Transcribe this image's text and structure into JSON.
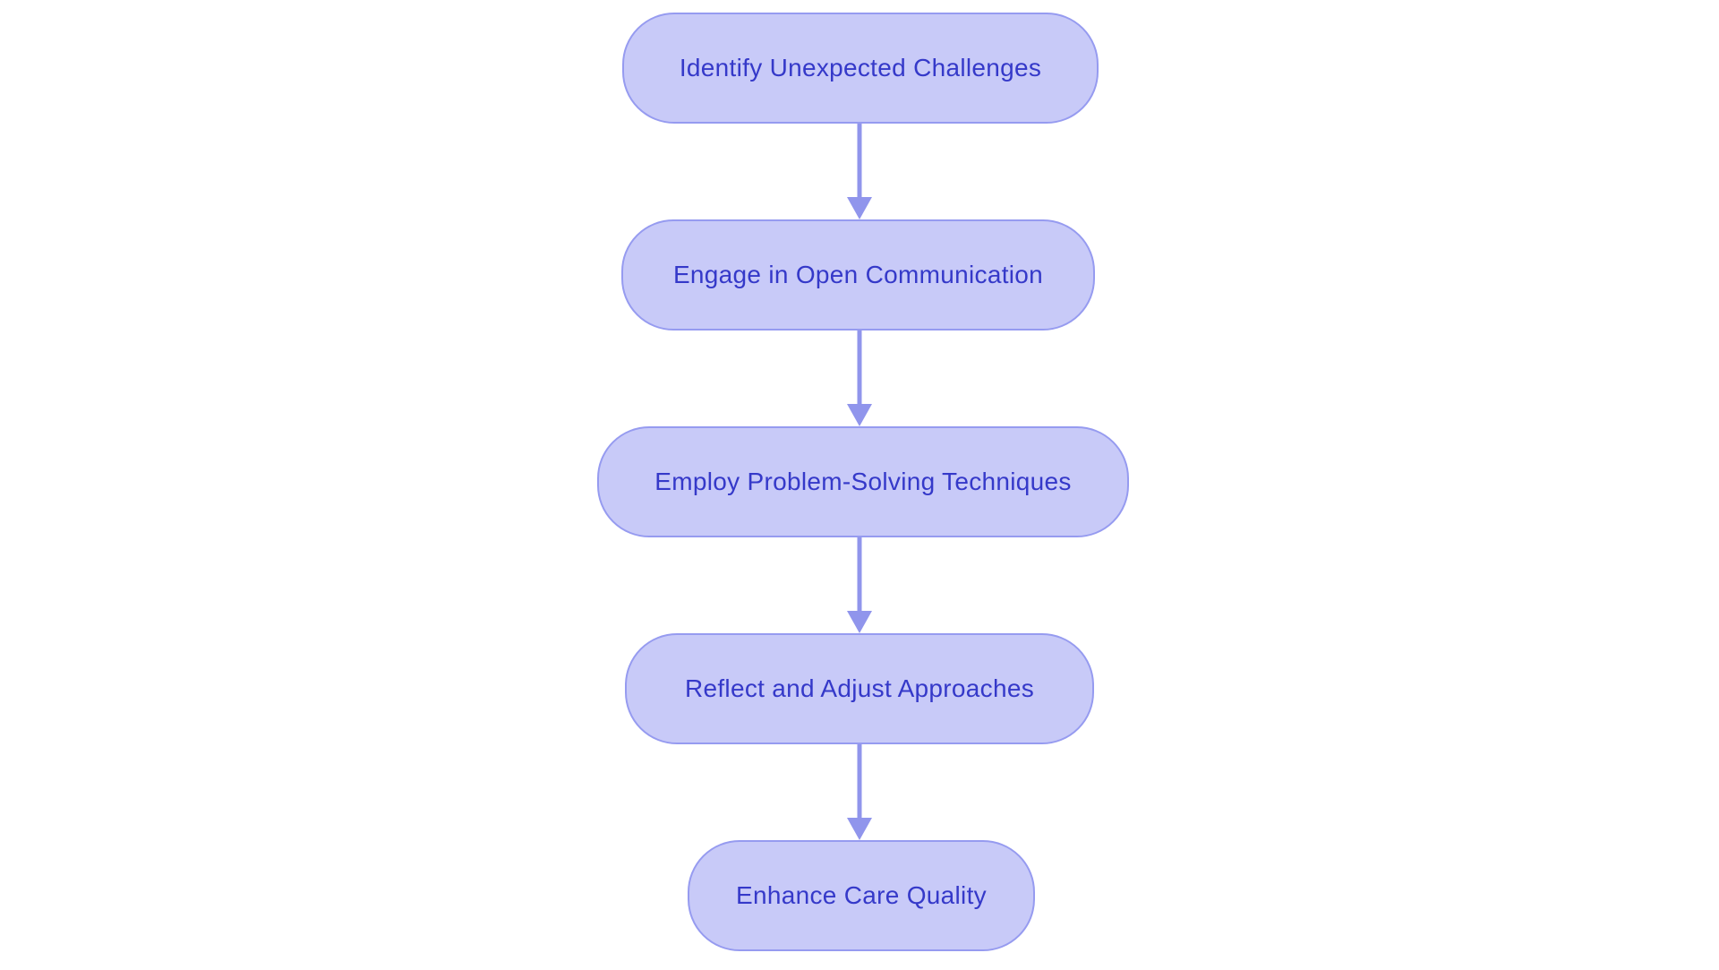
{
  "flowchart": {
    "type": "vertical-flow",
    "nodes": [
      {
        "id": "n1",
        "label": "Identify Unexpected Challenges"
      },
      {
        "id": "n2",
        "label": "Engage in Open Communication"
      },
      {
        "id": "n3",
        "label": "Employ Problem-Solving Techniques"
      },
      {
        "id": "n4",
        "label": "Reflect and Adjust Approaches"
      },
      {
        "id": "n5",
        "label": "Enhance Care Quality"
      }
    ],
    "edges": [
      {
        "from": "n1",
        "to": "n2"
      },
      {
        "from": "n2",
        "to": "n3"
      },
      {
        "from": "n3",
        "to": "n4"
      },
      {
        "from": "n4",
        "to": "n5"
      }
    ]
  },
  "colors": {
    "background": "#ffffff",
    "node_fill": "#c8caf8",
    "node_border": "#969bf0",
    "node_text": "#3539c9",
    "arrow": "#9095ec"
  }
}
